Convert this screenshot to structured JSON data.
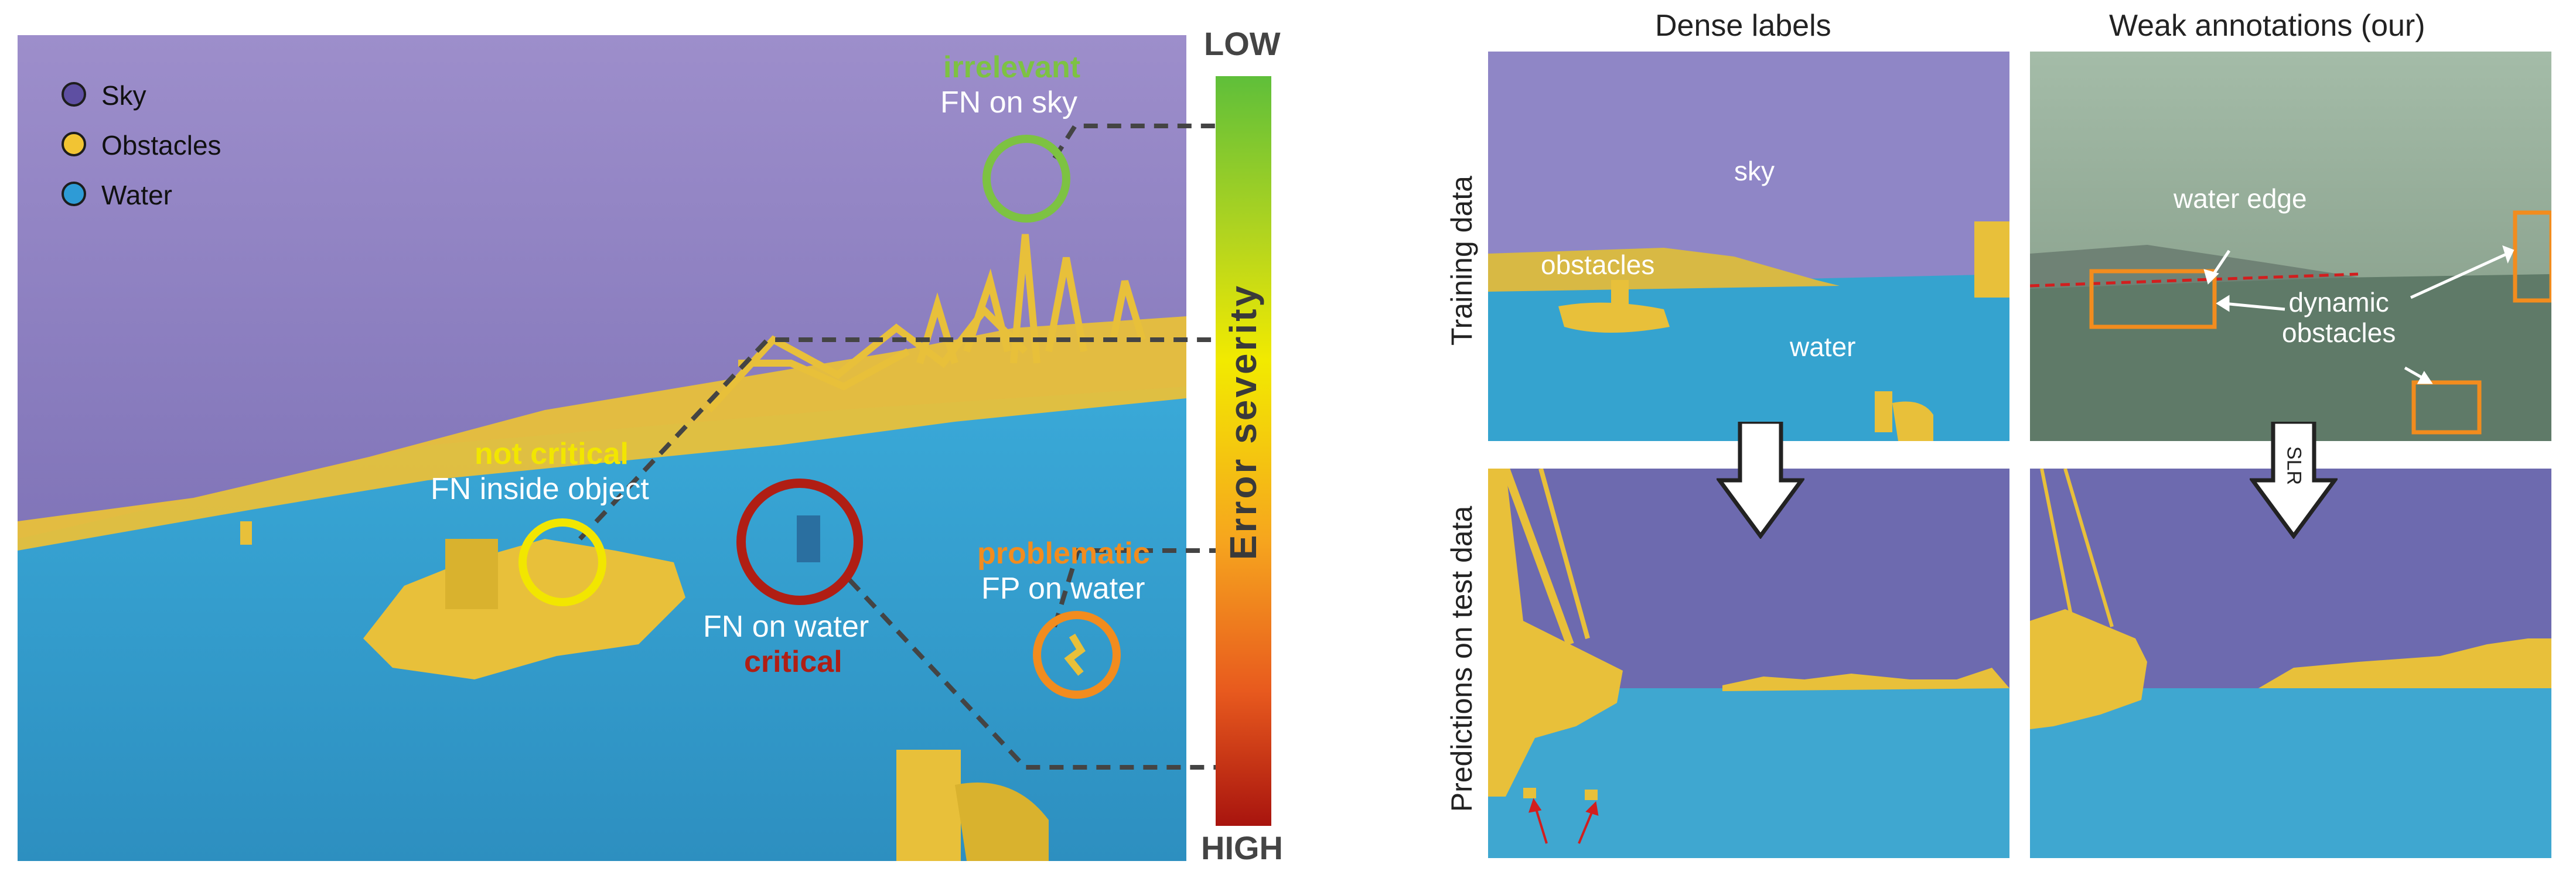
{
  "left_figure": {
    "legend": [
      {
        "label": "Sky",
        "color": "#7B6BB8"
      },
      {
        "label": "Obstacles",
        "color": "#F2C433"
      },
      {
        "label": "Water",
        "color": "#2E9BD6"
      }
    ],
    "annotations": {
      "irrelevant": {
        "category": "irrelevant",
        "description": "FN on sky",
        "color": "#7DC242"
      },
      "not_critical": {
        "category": "not critical",
        "description": "FN inside object",
        "color": "#F2E600"
      },
      "critical": {
        "description": "FN on water",
        "category": "critical",
        "color": "#B01E14"
      },
      "problematic": {
        "category": "problematic",
        "description": "FP on water",
        "color": "#F28C1E"
      }
    },
    "severity_scale": {
      "top": "LOW",
      "bottom": "HIGH",
      "title": "Error severity"
    }
  },
  "right_figure": {
    "column_headers": [
      "Dense labels",
      "Weak annotations (our)"
    ],
    "row_labels": [
      "Training data",
      "Predictions on test data"
    ],
    "dense_training_labels": {
      "sky": "sky",
      "obstacles": "obstacles",
      "water": "water"
    },
    "weak_training_labels": {
      "water_edge": "water edge",
      "dynamic_obstacles": "dynamic\nobstacles"
    },
    "arrow_label": "SLR"
  },
  "colors": {
    "sky": "#7B6BB8",
    "obstacles": "#E8C03A",
    "water": "#35A3CF",
    "box": "#F28C1E",
    "edge_line": "#D21E1E"
  }
}
